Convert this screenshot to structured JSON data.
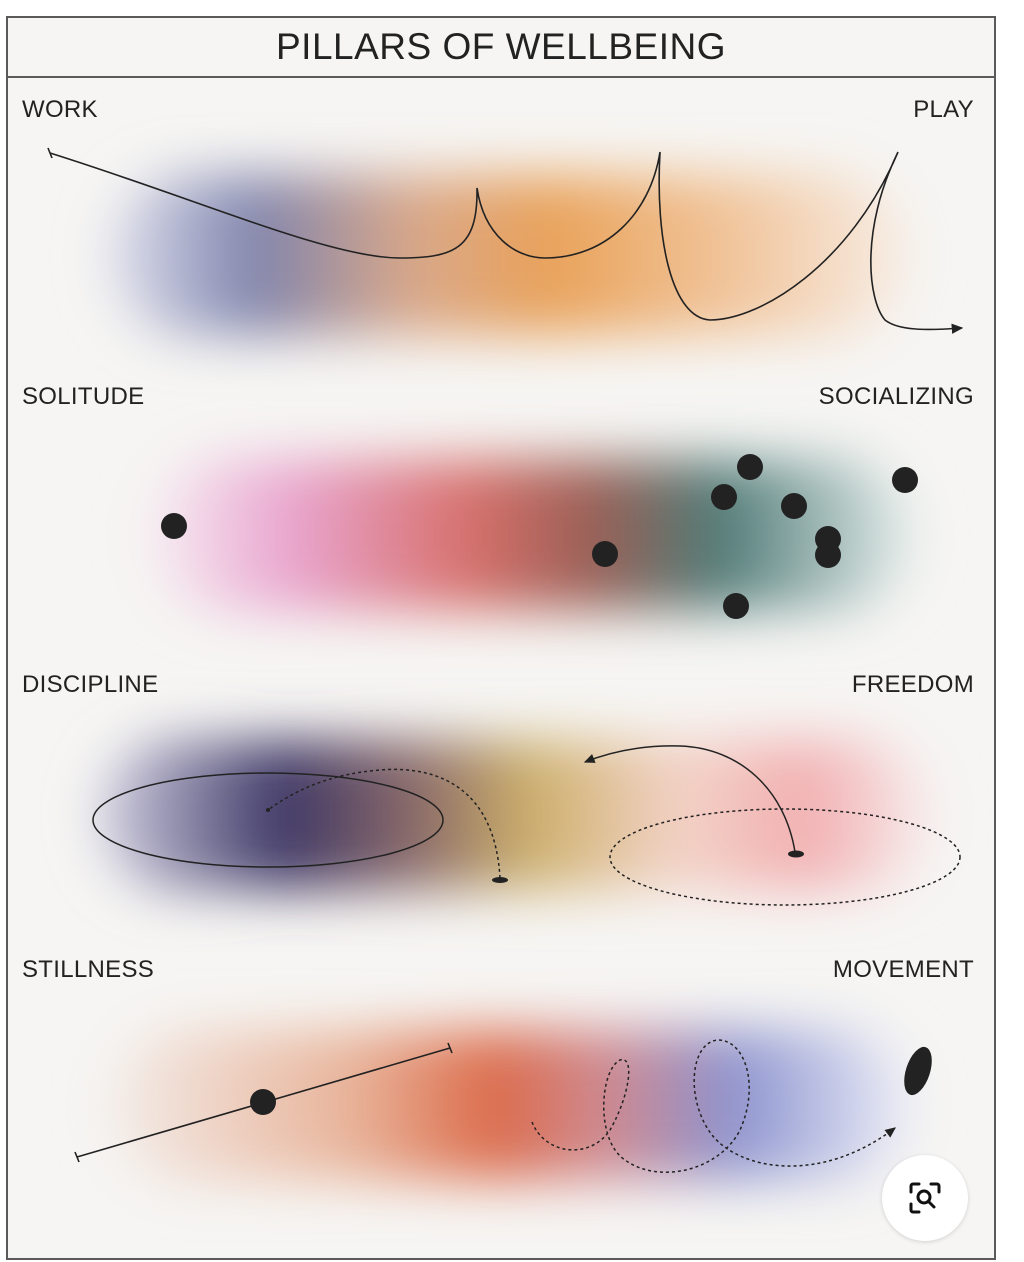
{
  "title": "PILLARS OF WELLBEING",
  "rows": [
    {
      "left": "WORK",
      "right": "PLAY"
    },
    {
      "left": "SOLITUDE",
      "right": "SOCIALIZING"
    },
    {
      "left": "DISCIPLINE",
      "right": "FREEDOM"
    },
    {
      "left": "STILLNESS",
      "right": "MOVEMENT"
    }
  ],
  "icons": {
    "zoom": "zoom-lens-icon"
  },
  "colors": {
    "work": "#7f84ad",
    "play": "#e9a259",
    "solitude": "#e9a6d0",
    "socializing": "#4f7b77",
    "discipline": "#3d3766",
    "freedom": "#f2aeb0",
    "stillness": "#dc6b4a",
    "movement": "#8c93cf"
  }
}
